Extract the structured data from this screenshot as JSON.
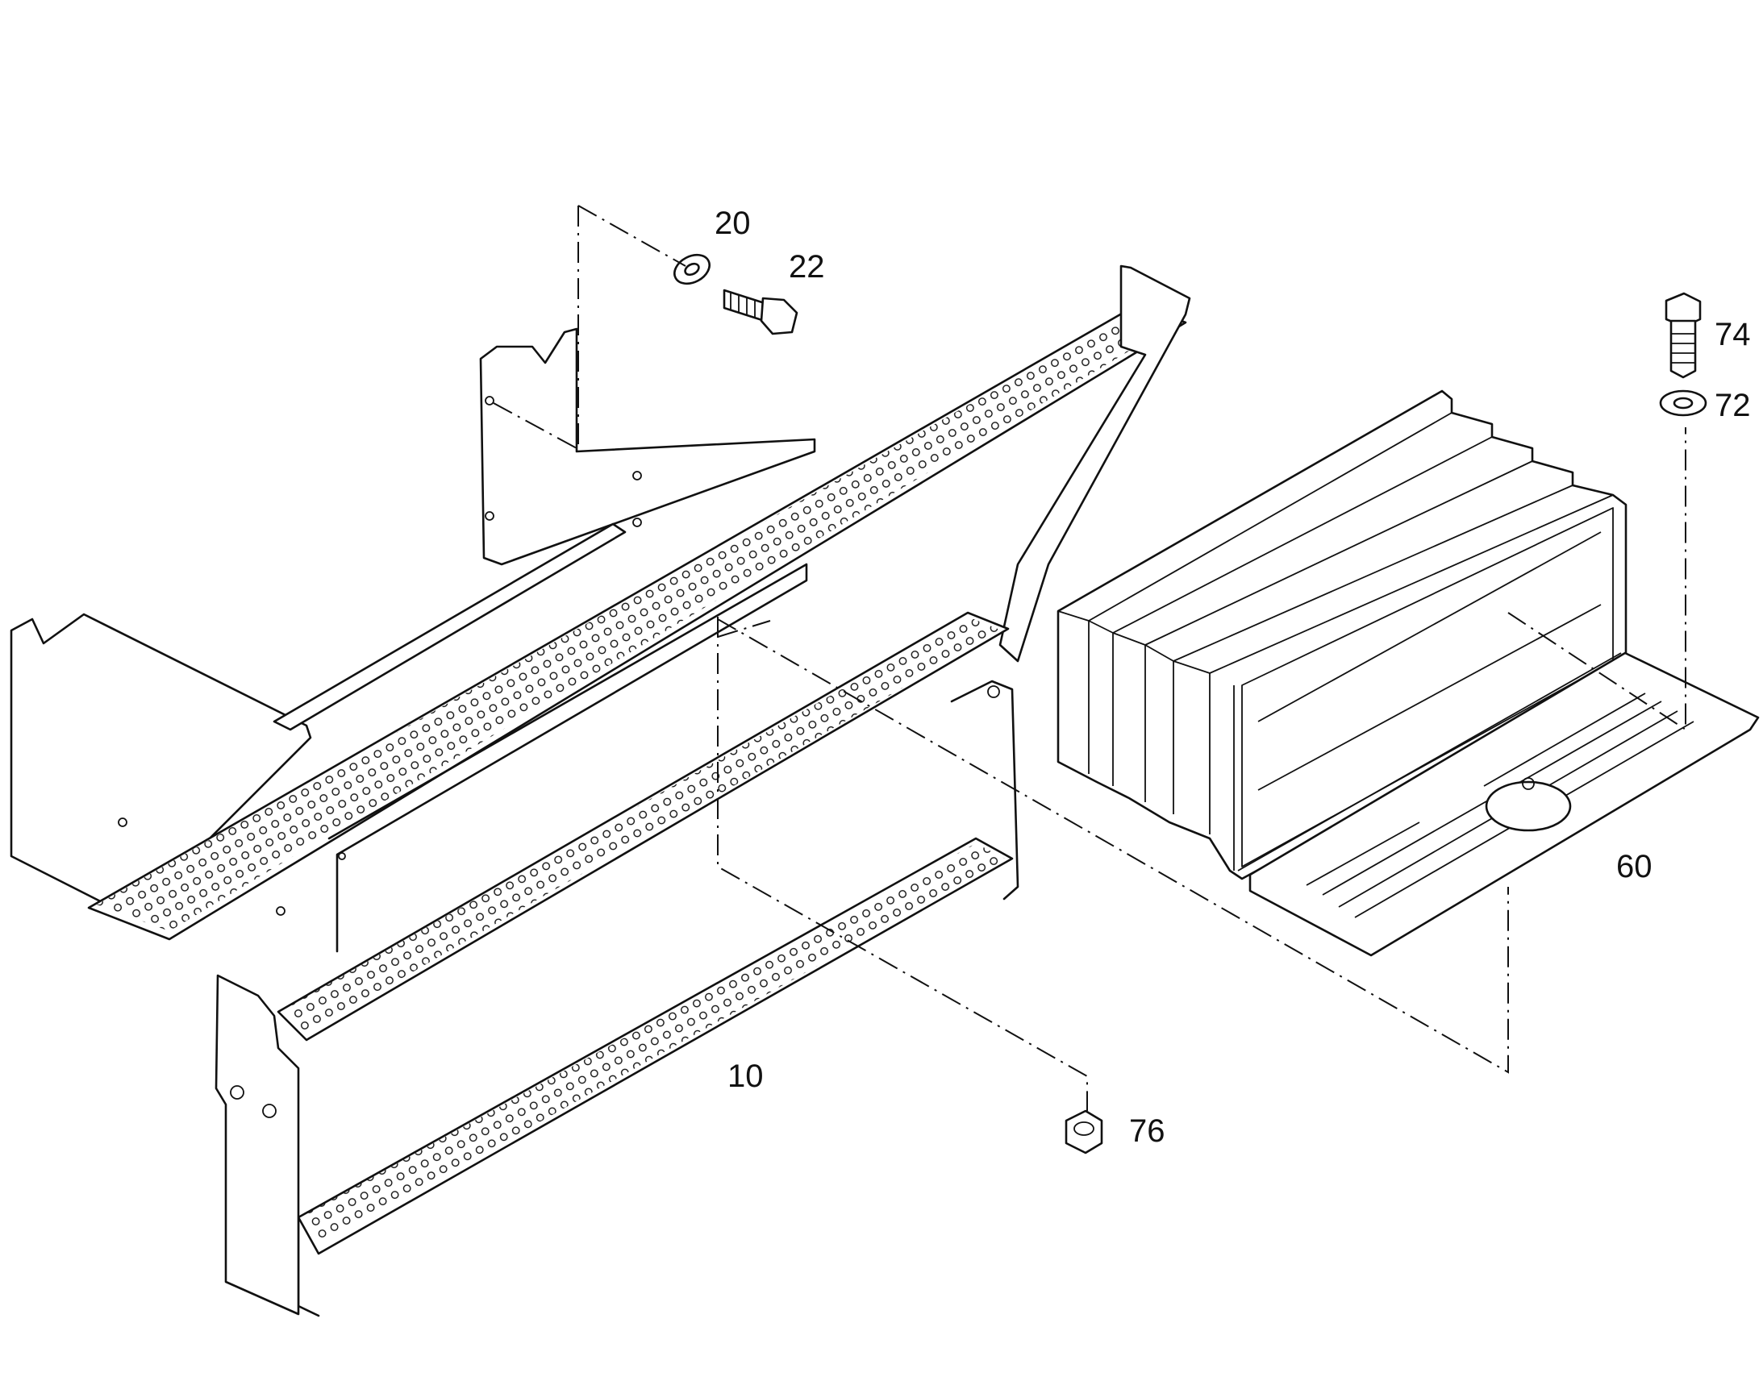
{
  "callouts": {
    "c10": "10",
    "c20": "20",
    "c22": "22",
    "c60": "60",
    "c72": "72",
    "c74": "74",
    "c76": "76"
  }
}
